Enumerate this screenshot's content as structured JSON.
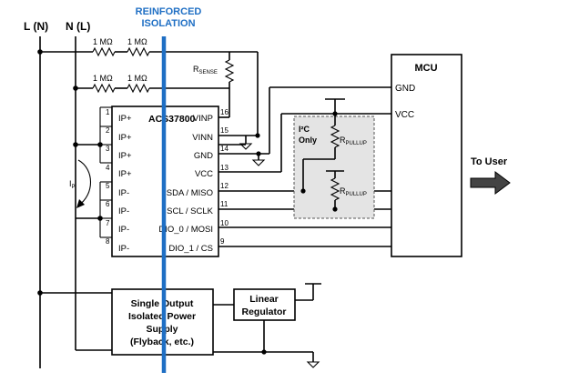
{
  "isolation_label": {
    "line1": "REINFORCED",
    "line2": "ISOLATION",
    "color": "#1f6fc4"
  },
  "mains": {
    "line_label": "L (N)",
    "neutral_label": "N (L)"
  },
  "resistors": {
    "r1": "1 MΩ",
    "r2": "1 MΩ",
    "r3": "1 MΩ",
    "r4": "1 MΩ",
    "rsense": "R",
    "rsense_sub": "SENSE"
  },
  "ic": {
    "name": "ACS37800",
    "left_pins": [
      {
        "num": "1",
        "name": "IP+"
      },
      {
        "num": "2",
        "name": "IP+"
      },
      {
        "num": "3",
        "name": "IP+"
      },
      {
        "num": "4",
        "name": "IP+"
      },
      {
        "num": "5",
        "name": "IP-"
      },
      {
        "num": "6",
        "name": "IP-"
      },
      {
        "num": "7",
        "name": "IP-"
      },
      {
        "num": "8",
        "name": "IP-"
      }
    ],
    "right_pins": [
      {
        "num": "16",
        "name": "VINP"
      },
      {
        "num": "15",
        "name": "VINN"
      },
      {
        "num": "14",
        "name": "GND"
      },
      {
        "num": "13",
        "name": "VCC"
      },
      {
        "num": "12",
        "name": "SDA / MISO"
      },
      {
        "num": "11",
        "name": "SCL / SCLK"
      },
      {
        "num": "10",
        "name": "DIO_0 / MOSI"
      },
      {
        "num": "9",
        "name": "DIO_1 / CS"
      }
    ]
  },
  "current": {
    "label": "I",
    "sub": "P"
  },
  "mcu": {
    "title": "MCU",
    "gnd": "GND",
    "vcc": "VCC"
  },
  "i2c": {
    "line1": "I²C",
    "line2": "Only",
    "pullup": "R",
    "pullup_sub": "PULLUP"
  },
  "to_user": "To User",
  "power_supply": {
    "line1": "Single Output",
    "line2": "Isolated Power",
    "line3": "Supply",
    "line4": "(Flyback, etc.)"
  },
  "regulator": {
    "line1": "Linear",
    "line2": "Regulator"
  }
}
